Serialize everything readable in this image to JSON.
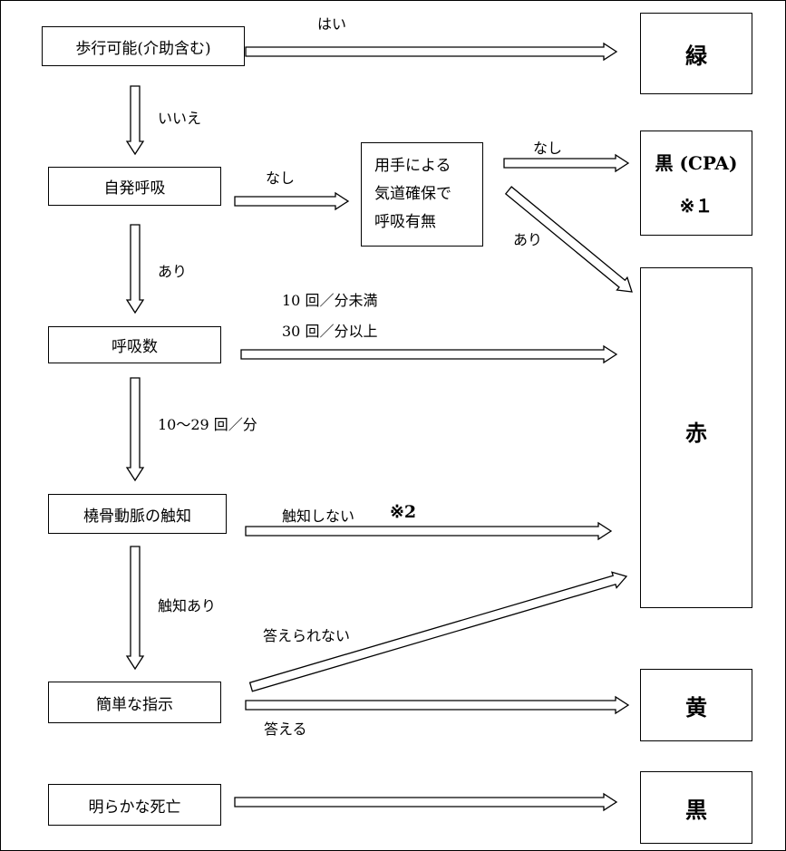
{
  "steps": {
    "walk": "歩行可能(介助含む)",
    "breath": "自発呼吸",
    "manual_line1": "用手による",
    "manual_line2": "気道確保で",
    "manual_line3": "呼吸有無",
    "rate": "呼吸数",
    "pulse": "橈骨動脈の触知",
    "command": "簡単な指示",
    "dead": "明らかな死亡"
  },
  "outcomes": {
    "green": "緑",
    "black_cpa": "黒 (CPA)",
    "note1": "※１",
    "red": "赤",
    "yellow": "黄",
    "black": "黒"
  },
  "labels": {
    "yes": "はい",
    "no": "いいえ",
    "none1": "なし",
    "none2": "なし",
    "present1": "あり",
    "present2": "あり",
    "rate_low": "10 回／分未満",
    "rate_high": "30 回／分以上",
    "rate_normal": "10～29 回／分",
    "pulse_absent": "触知しない",
    "note2": "※2",
    "pulse_present": "触知あり",
    "cannot_answer": "答えられない",
    "can_answer": "答える"
  }
}
